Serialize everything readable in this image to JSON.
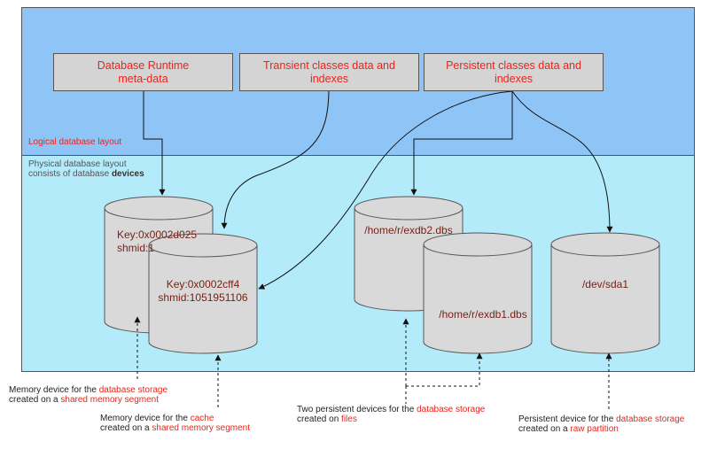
{
  "boxes": {
    "runtime": "Database Runtime\nmeta-data",
    "transient": "Transient classes data and\nindexes",
    "persistent": "Persistent classes data and\nindexes"
  },
  "layers": {
    "logical": "Logical database layout",
    "physical_line1": "Physical database layout",
    "physical_line2_prefix": "consists of database",
    "physical_line2_bold": "devices"
  },
  "devices": {
    "shm_storage": "Key:0x0002d025\nshmid:1",
    "shm_cache": "Key:0x0002cff4\nshmid:1051951106",
    "file2": "/home/r/exdb2.dbs",
    "file1": "/home/r/exdb1.dbs",
    "raw": "/dev/sda1"
  },
  "captions": {
    "mem_storage": {
      "l1a": "Memory device for the",
      "l1b": "database storage",
      "l2a": "created on a",
      "l2b": "shared memory segment"
    },
    "mem_cache": {
      "l1a": "Memory device for the",
      "l1b": "cache",
      "l2a": "created on a",
      "l2b": "shared memory segment"
    },
    "files": {
      "l1a": "Two persistent devices for the",
      "l1b": "database storage",
      "l2a": "created on",
      "l2b": "files"
    },
    "raw": {
      "l1a": "Persistent device for the",
      "l1b": "database storage",
      "l2a": "created on a",
      "l2b": "raw partition"
    }
  },
  "colors": {
    "logical_band": "#8fc4f6",
    "physical_band": "#b3ebfb",
    "box_fill": "#d4d4d4",
    "highlight_text": "#e8251b",
    "cylinder_fill": "#d9d9d9"
  }
}
